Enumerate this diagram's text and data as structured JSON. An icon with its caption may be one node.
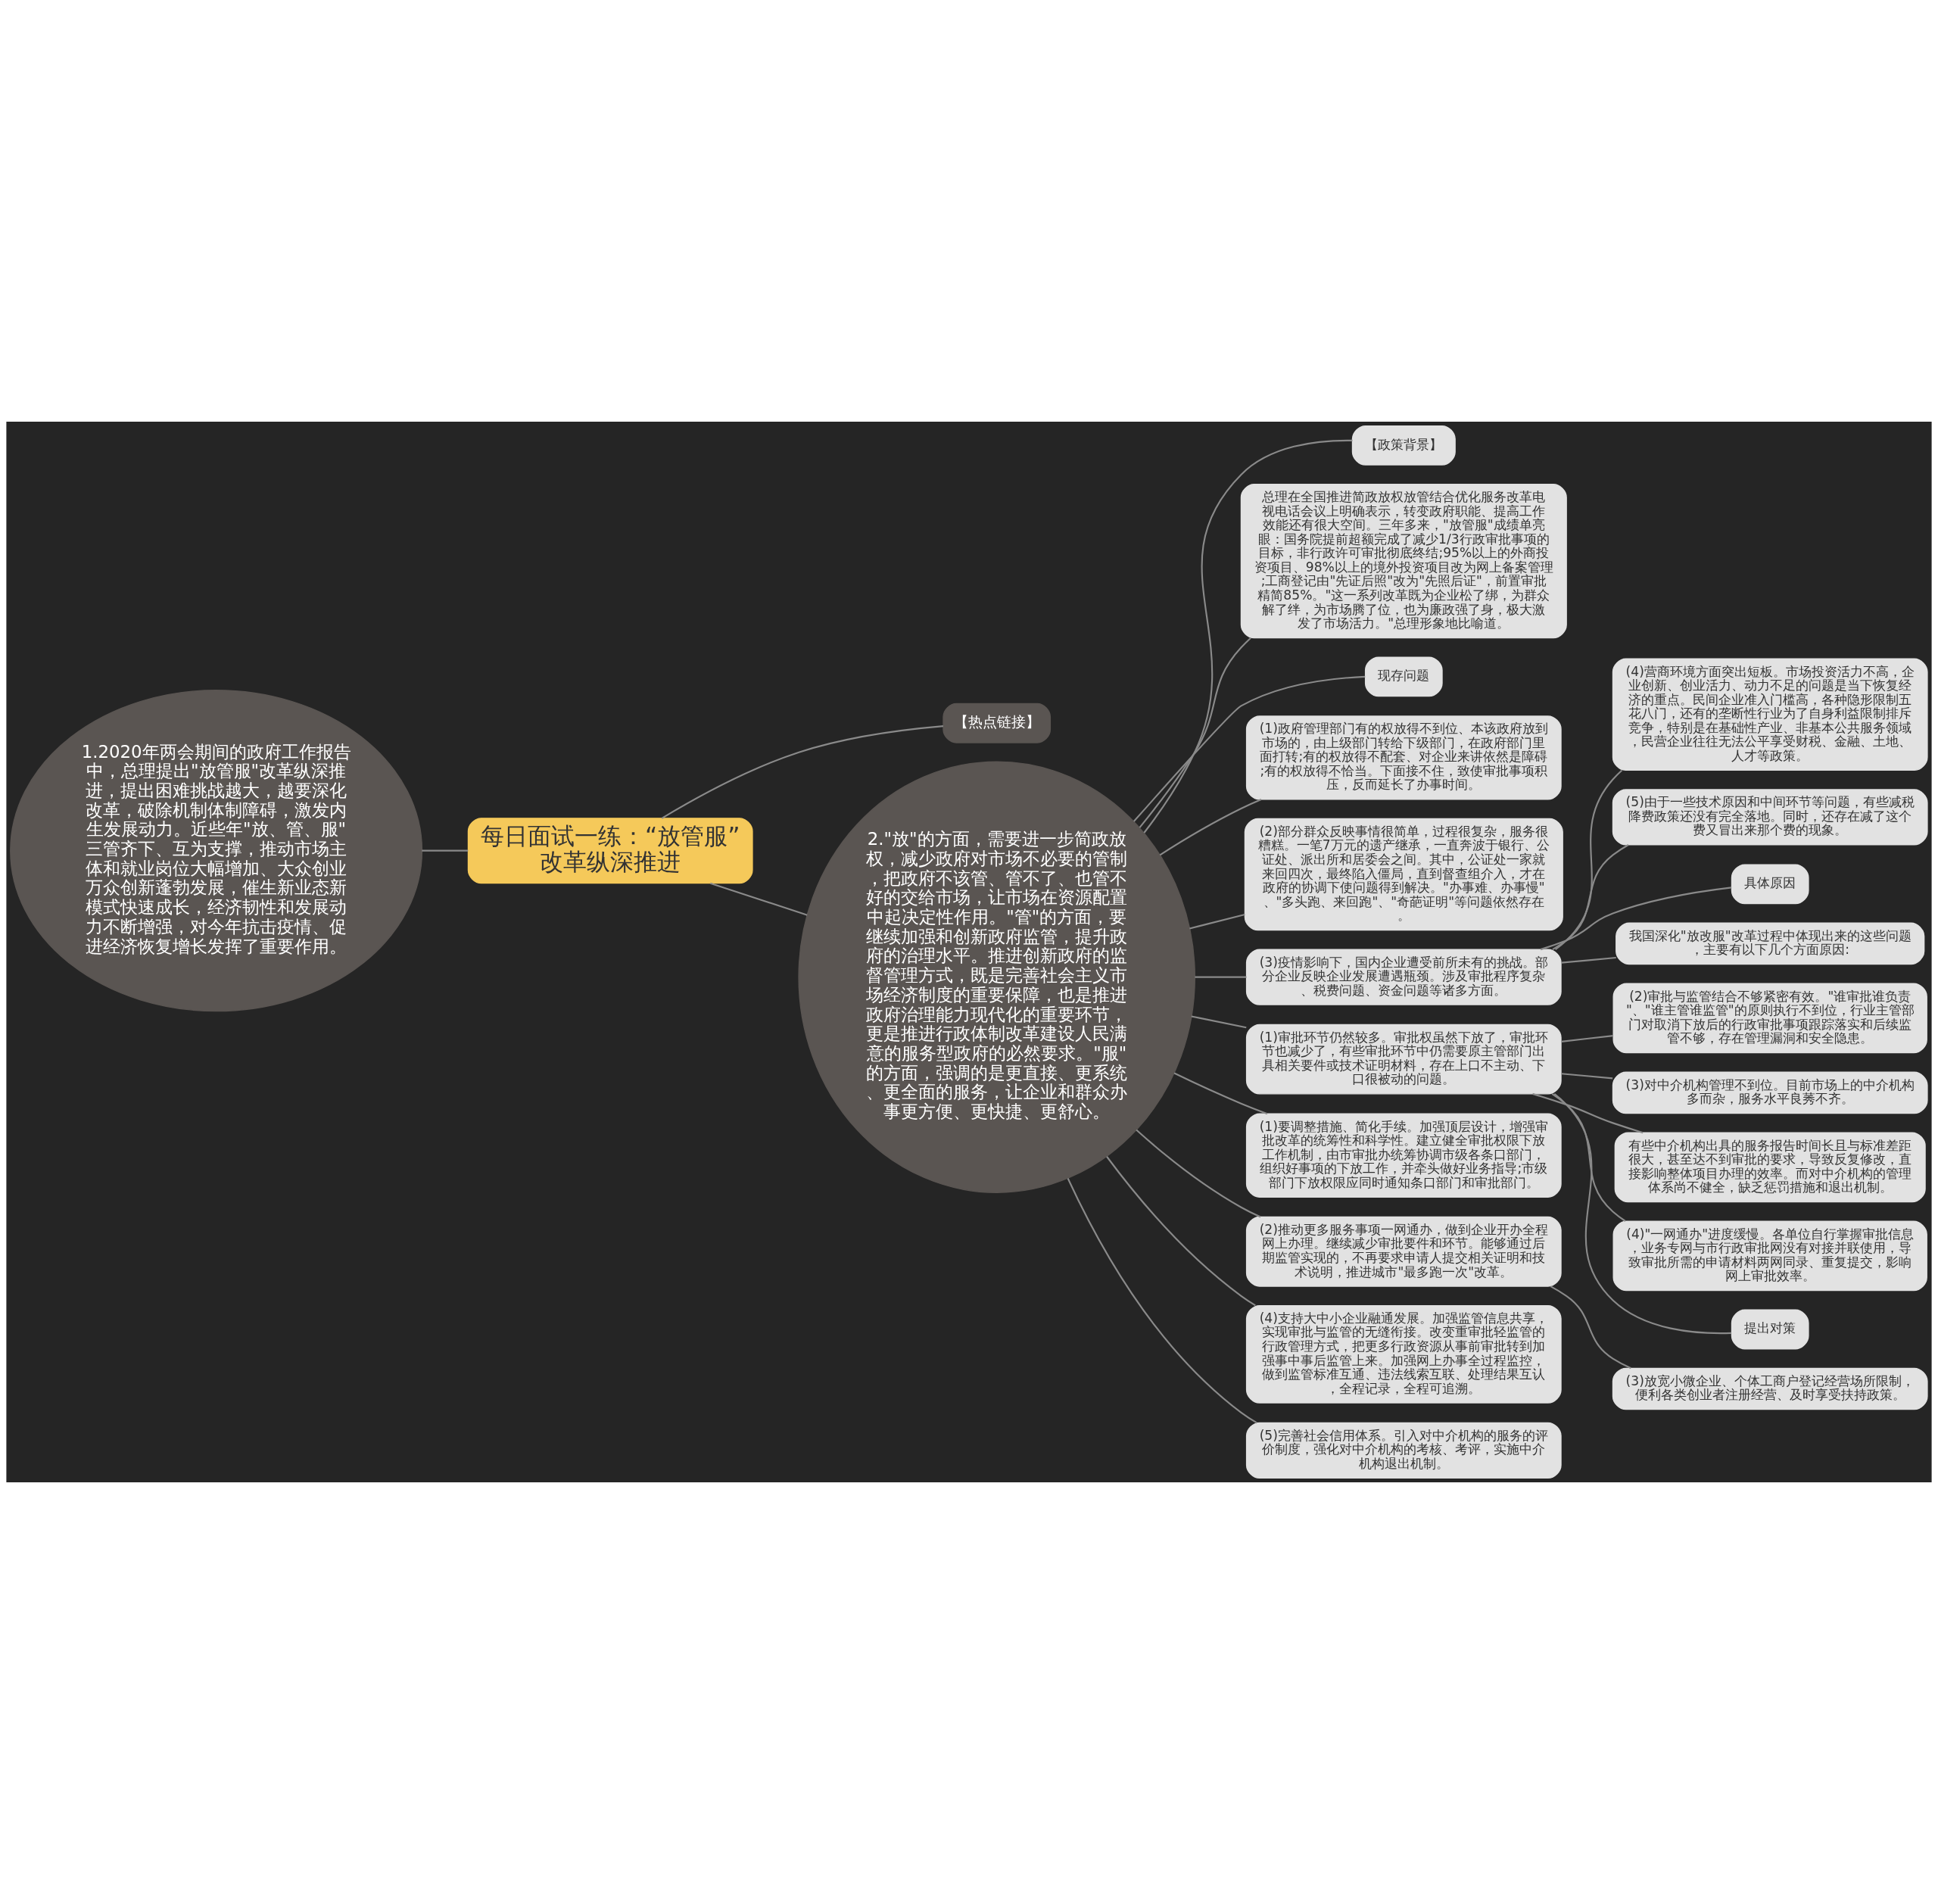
{
  "diagram": {
    "nodes": [
      {
        "text": [
          "每日面试一练：“放管服”改革纵深推进"
        ]
      },
      {
        "text": [
          "1.2020年两会期间的政府工作报告中，总理提出\"放管服\"改革纵深推进，提出困难挑战越大，越要深化改革，破除机制体制障碍，激发内生发展动力。近些年\"放、管、服\"三管齐下、互为支撑，推动市场主体和就业岗位大幅增加、大众创业万众创新蓬勃发展，催生新业态新模式快速成长，经济韧性和发展动力不断增强，对今年抗击疫情、促进经济恢复增长发挥了重要作用。"
        ]
      },
      {
        "text": [
          "【热点链接】"
        ]
      },
      {
        "text": [
          "2.\"放\"的方面，需要进一步简政放权，减少政府对市场不必要的管制，把政府不该管、管不了、也管不好的交给市场，让市场在资源配置中起决定性作用。\"管\"的方面，要继续加强和创新政府监管，提升政府的治理水平。推进创新政府的监督管理方式，既是完善社会主义市场经济制度的重要保障，也是推进政府治理能力现代化的重要环节，更是推进行政体制改革建设人民满意的服务型政府的必然要求。\"服\"的方面，强调的是更直接、更系统、更全面的服务，让企业和群众办事更方便、更快捷、更舒心。"
        ]
      },
      {
        "text": [
          "【政策背景】"
        ]
      },
      {
        "text": [
          "总理在全国推进简政放权放管结合优化服务改革电视电话会议上明确表示，转变政府职能、提高工作效能还有很大空间。三年多来，\"放管服\"成绩单亮眼：国务院提前超额完成了减少1/3行政审批事项的目标，非行政许可审批彻底终结;95%以上的外商投资项目、98%以上的境外投资项目改为网上备案管理;工商登记由\"先证后照\"改为\"先照后证\"，前置审批精简85%。\"这一系列改革既为企业松了绑，为群众解了绊，为市场腾了位，也为廉政强了身，极大激发了市场活力。\"总理形象地比喻道。"
        ]
      },
      {
        "text": [
          "现存问题"
        ]
      },
      {
        "text": [
          "(1)政府管理部门有的权放得不到位、本该政府放到市场的，由上级部门转给下级部门，在政府部门里面打转;有的权放得不配套、对企业来讲依然是障碍;有的权放得不恰当。下面接不住，致使审批事项积压，反而延长了办事时间。"
        ]
      },
      {
        "text": [
          "(2)部分群众反映事情很简单，过程很复杂，服务很糟糕。一笔7万元的遗产继承，一直奔波于银行、公证处、派出所和居委会之间。其中，公证处一家就来回四次，最终陷入僵局，直到督查组介入，才在政府的协调下使问题得到解决。\"办事难、办事慢\"、\"多头跑、来回跑\"、\"奇葩证明\"等问题依然存在。"
        ]
      },
      {
        "text": [
          "(3)疫情影响下，国内企业遭受前所未有的挑战。部分企业反映企业发展遭遇瓶颈。涉及审批程序复杂、税费问题、资金问题等诸多方面。"
        ]
      },
      {
        "text": [
          "(4)营商环境方面突出短板。市场投资活力不高，企业创新、创业活力、动力不足的问题是当下恢复经济的重点。民间企业准入门槛高，各种隐形限制五花八门，还有的垄断性行业为了自身利益限制排斥竞争，特别是在基础性产业、非基本公共服务领域，民营企业往往无法公平享受财税、金融、土地、人才等政策。"
        ]
      },
      {
        "text": [
          "(5)由于一些技术原因和中间环节等问题，有些减税降费政策还没有完全落地。同时，还存在减了这个费又冒出来那个费的现象。"
        ]
      },
      {
        "text": [
          "具体原因"
        ]
      },
      {
        "text": [
          "我国深化\"放改服\"改革过程中体现出来的这些问题，主要有以下几个方面原因:"
        ]
      },
      {
        "text": [
          "(1)审批环节仍然较多。审批权虽然下放了，审批环节也减少了，有些审批环节中仍需要原主管部门出具相关要件或技术证明材料，存在上口不主动、下口很被动的问题。"
        ]
      },
      {
        "text": [
          "(2)审批与监管结合不够紧密有效。\"谁审批谁负责\"、\"谁主管谁监管\"的原则执行不到位，行业主管部门对取消下放后的行政审批事项跟踪落实和后续监管不够，存在管理漏洞和安全隐患。"
        ]
      },
      {
        "text": [
          "(3)对中介机构管理不到位。目前市场上的中介机构多而杂，服务水平良莠不齐。"
        ]
      },
      {
        "text": [
          "有些中介机构出具的服务报告时间长且与标准差距很大，甚至达不到审批的要求，导致反复修改，直接影响整体项目办理的效率。而对中介机构的管理体系尚不健全，缺乏惩罚措施和退出机制。"
        ]
      },
      {
        "text": [
          "(4)\"一网通办\"进度缓慢。各单位自行掌握审批信息，业务专网与市行政审批网没有对接并联使用，导致审批所需的申请材料两网同录、重复提交，影响网上审批效率。"
        ]
      },
      {
        "text": [
          "提出对策"
        ]
      },
      {
        "text": [
          "(1)要调整措施、简化手续。加强顶层设计，增强审批改革的统筹性和科学性。建立健全审批权限下放工作机制，由市审批办统筹协调市级各条口部门，组织好事项的下放工作，并牵头做好业务指导;市级部门下放权限应同时通知条口部门和审批部门。"
        ]
      },
      {
        "text": [
          "(2)推动更多服务事项一网通办，做到企业开办全程网上办理。继续减少审批要件和环节。能够通过后期监管实现的，不再要求申请人提交相关证明和技术说明，推进城市\"最多跑一次\"改革。"
        ]
      },
      {
        "text": [
          "(3)放宽小微企业、个体工商户登记经营场所限制，便利各类创业者注册经营、及时享受扶持政策。"
        ]
      },
      {
        "text": [
          "(4)支持大中小企业融通发展。加强监管信息共享，实现审批与监管的无缝衔接。改变重审批轻监管的行政管理方式，把更多行政资源从事前审批转到加强事中事后监管上来。加强网上办事全过程监控，做到监管标准互通、违法线索互联、处理结果互认，全程记录，全程可追溯。"
        ]
      },
      {
        "text": [
          "(5)完善社会信用体系。引入对中介机构的服务的评价制度，强化对中介机构的考核、考评，实施中介机构退出机制。"
        ]
      }
    ],
    "edges": [
      {
        "from": 0,
        "to": 1,
        "arrow": "none"
      },
      {
        "from": 0,
        "to": 2,
        "arrow": "none"
      },
      {
        "from": 0,
        "to": 3,
        "arrow": "none"
      },
      {
        "from": 3,
        "to": 4,
        "arrow": "none"
      },
      {
        "from": 3,
        "to": 5,
        "arrow": "none"
      },
      {
        "from": 3,
        "to": 6,
        "arrow": "none"
      },
      {
        "from": 3,
        "to": 7,
        "arrow": "none"
      },
      {
        "from": 3,
        "to": 8,
        "arrow": "none"
      },
      {
        "from": 3,
        "to": 9,
        "arrow": "none"
      },
      {
        "from": 9,
        "to": 10,
        "arrow": "none"
      },
      {
        "from": 9,
        "to": 11,
        "arrow": "none"
      },
      {
        "from": 9,
        "to": 12,
        "arrow": "none"
      },
      {
        "from": 9,
        "to": 13,
        "arrow": "none"
      },
      {
        "from": 3,
        "to": 14,
        "arrow": "none"
      },
      {
        "from": 14,
        "to": 15,
        "arrow": "none"
      },
      {
        "from": 14,
        "to": 16,
        "arrow": "none"
      },
      {
        "from": 14,
        "to": 17,
        "arrow": "none"
      },
      {
        "from": 14,
        "to": 18,
        "arrow": "none"
      },
      {
        "from": 14,
        "to": 19,
        "arrow": "none"
      },
      {
        "from": 3,
        "to": 20,
        "arrow": "none"
      },
      {
        "from": 3,
        "to": 21,
        "arrow": "none"
      },
      {
        "from": 21,
        "to": 22,
        "arrow": "none"
      },
      {
        "from": 3,
        "to": 23,
        "arrow": "none"
      },
      {
        "from": 3,
        "to": 24,
        "arrow": "none"
      }
    ]
  }
}
